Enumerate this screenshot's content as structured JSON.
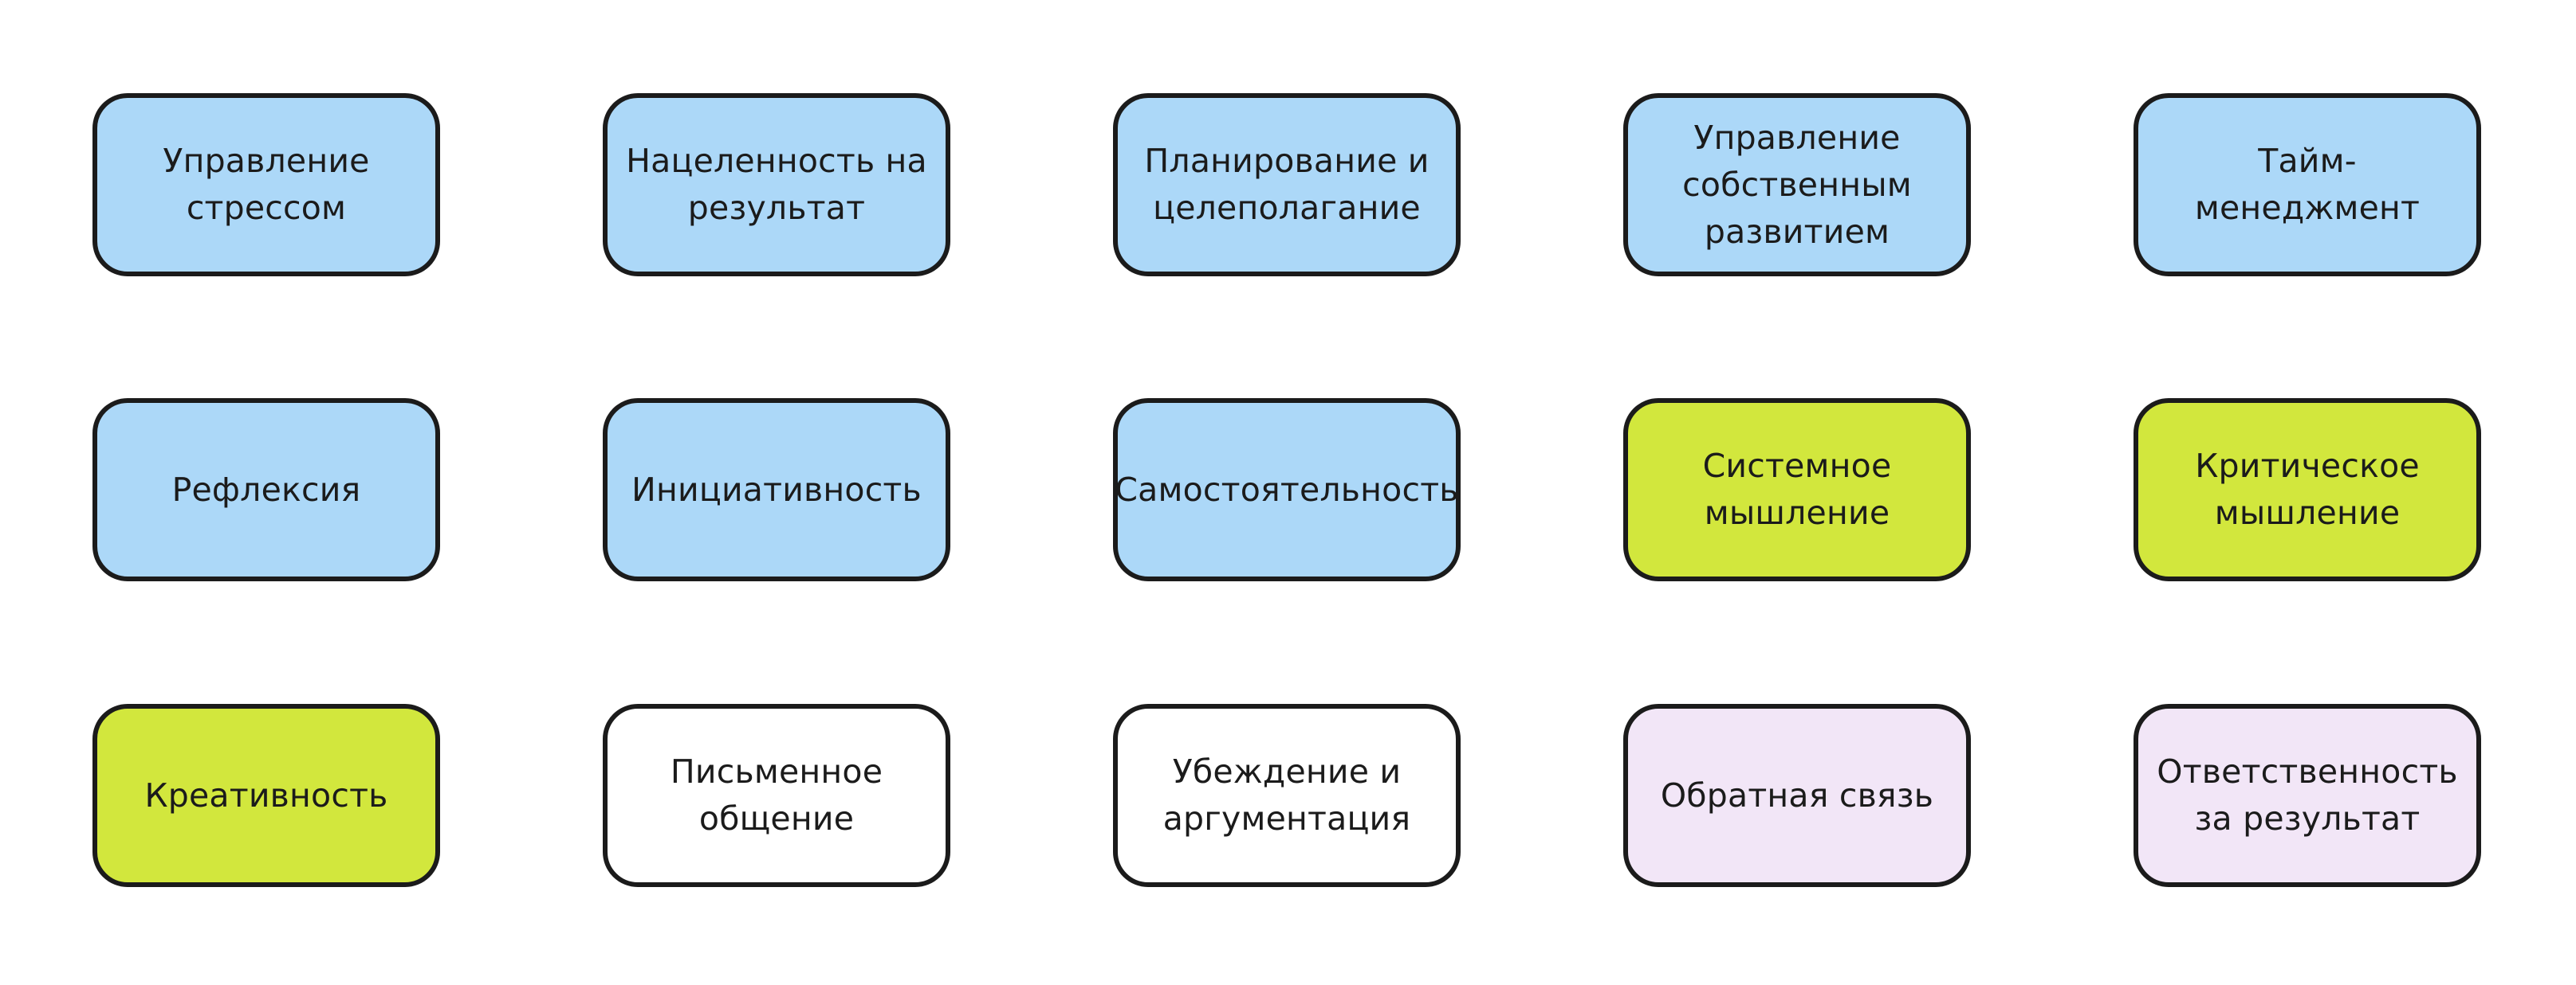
{
  "colors": {
    "blue": "#acd8f8",
    "lime": "#d2e73d",
    "white": "#ffffff",
    "lavender": "#f2e6f7",
    "border": "#1b1b1b"
  },
  "cards": [
    {
      "label": "Управление\nстрессом",
      "color": "blue"
    },
    {
      "label": "Нацеленность на\nрезультат",
      "color": "blue"
    },
    {
      "label": "Планирование и\nцелеполагание",
      "color": "blue"
    },
    {
      "label": "Управление\nсобственным\nразвитием",
      "color": "blue"
    },
    {
      "label": "Тайм-менеджмент",
      "color": "blue"
    },
    {
      "label": "Рефлексия",
      "color": "blue"
    },
    {
      "label": "Инициативность",
      "color": "blue"
    },
    {
      "label": "Самостоятельность",
      "color": "blue"
    },
    {
      "label": "Системное\nмышление",
      "color": "lime"
    },
    {
      "label": "Критическое\nмышление",
      "color": "lime"
    },
    {
      "label": "Креативность",
      "color": "lime"
    },
    {
      "label": "Письменное\nобщение",
      "color": "white"
    },
    {
      "label": "Убеждение и\nаргументация",
      "color": "white"
    },
    {
      "label": "Обратная связь",
      "color": "lavender"
    },
    {
      "label": "Ответственность\nза результат",
      "color": "lavender"
    }
  ]
}
